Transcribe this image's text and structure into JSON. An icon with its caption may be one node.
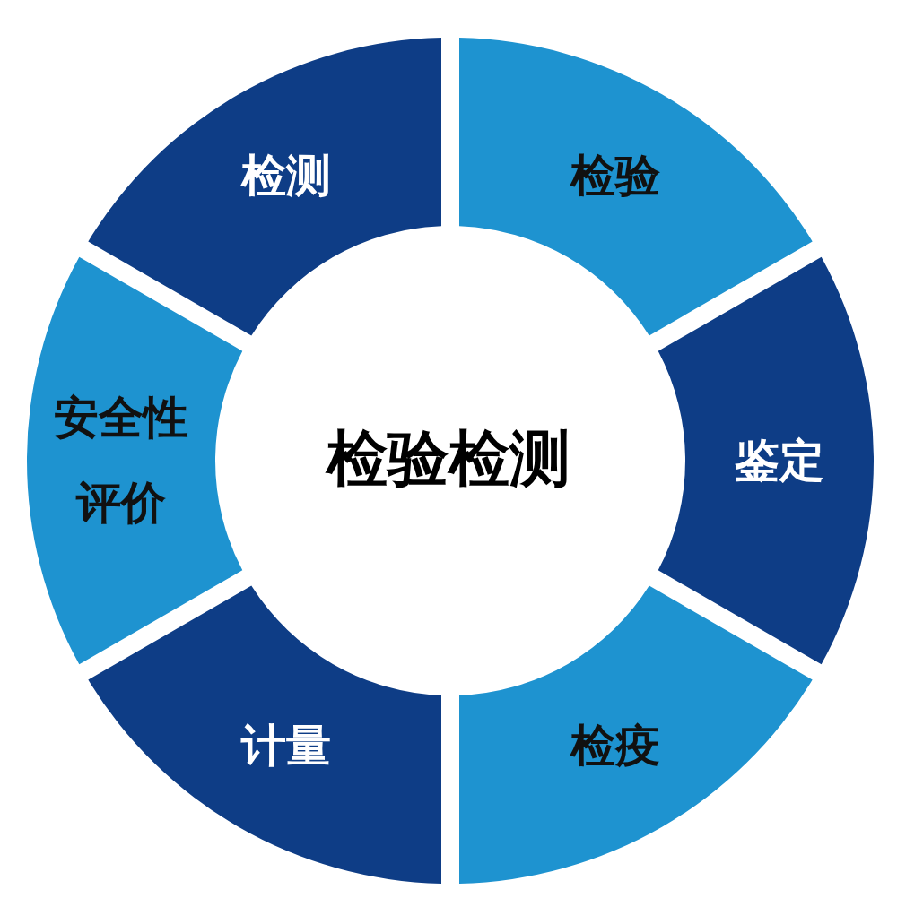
{
  "diagram": {
    "nodes": [
      {
        "text": [
          "检验检测"
        ]
      },
      {
        "text": [
          "检测"
        ]
      },
      {
        "text": [
          "检验"
        ]
      },
      {
        "text": [
          "安全性评价"
        ]
      },
      {
        "text": [
          "鉴定"
        ]
      },
      {
        "text": [
          "计量"
        ]
      },
      {
        "text": [
          "检疫"
        ]
      }
    ]
  }
}
